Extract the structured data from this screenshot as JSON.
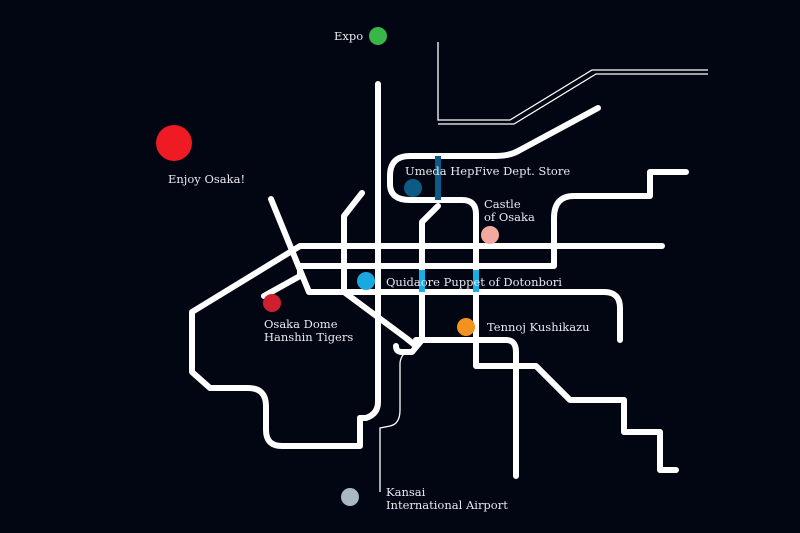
{
  "colors": {
    "background": "#020512",
    "line": "#ffffff",
    "accent_dark_blue": "#0e5a86",
    "accent_light_blue": "#18aee6"
  },
  "title": {
    "text": "Enjoy Osaka!",
    "color": "#ee1b24"
  },
  "stations": [
    {
      "id": "expo",
      "lines": [
        "Expo"
      ],
      "color": "#39b54a"
    },
    {
      "id": "umeda",
      "lines": [
        "Umeda HepFive Dept. Store"
      ],
      "color": "#0e5a86"
    },
    {
      "id": "castle",
      "lines": [
        "Castle",
        "of Osaka"
      ],
      "color": "#f4a9a0"
    },
    {
      "id": "quidaore",
      "lines": [
        "Quidaore Puppet of Dotonbori"
      ],
      "color": "#1aa8e0"
    },
    {
      "id": "dome",
      "lines": [
        "Osaka Dome",
        "Hanshin Tigers"
      ],
      "color": "#d02030"
    },
    {
      "id": "tennoj",
      "lines": [
        "Tennoj Kushikazu"
      ],
      "color": "#f39220"
    },
    {
      "id": "kansai",
      "lines": [
        "Kansai",
        "International Airport"
      ],
      "color": "#a9b8c2"
    }
  ]
}
